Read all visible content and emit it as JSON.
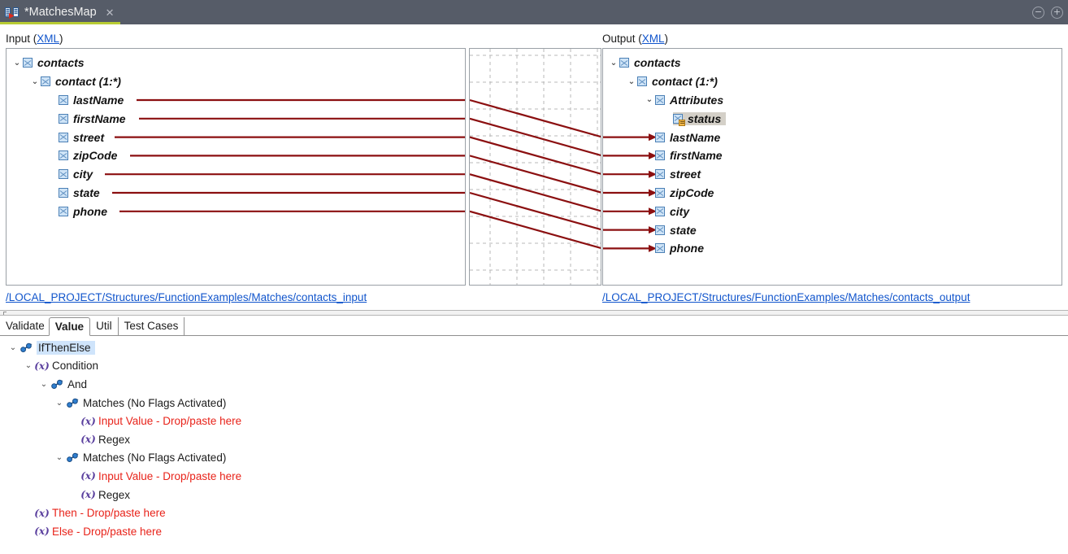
{
  "titlebar": {
    "tab_title": "*MatchesMap",
    "tab_icon": "map-transform-icon",
    "close_icon": "close-icon",
    "minimize_label": "−",
    "maximize_label": "+",
    "accent_color": "#b8cc33",
    "bg_color": "#565c68"
  },
  "input_panel": {
    "label_prefix": "Input (",
    "label_link": "XML",
    "label_suffix": ")",
    "path": "/LOCAL_PROJECT/Structures/FunctionExamples/Matches/contacts_input",
    "nodes": [
      {
        "label": "contacts",
        "depth": 0,
        "twisty": "⌄",
        "icon": "element-checkbox-icon",
        "linked": false
      },
      {
        "label": "contact (1:*)",
        "depth": 1,
        "twisty": "⌄",
        "icon": "element-checkbox-icon",
        "linked": false
      },
      {
        "label": "lastName",
        "depth": 2,
        "twisty": "",
        "icon": "element-checkbox-icon",
        "linked": true
      },
      {
        "label": "firstName",
        "depth": 2,
        "twisty": "",
        "icon": "element-checkbox-icon",
        "linked": true
      },
      {
        "label": "street",
        "depth": 2,
        "twisty": "",
        "icon": "element-checkbox-icon",
        "linked": true
      },
      {
        "label": "zipCode",
        "depth": 2,
        "twisty": "",
        "icon": "element-checkbox-icon",
        "linked": true
      },
      {
        "label": "city",
        "depth": 2,
        "twisty": "",
        "icon": "element-checkbox-icon",
        "linked": true
      },
      {
        "label": "state",
        "depth": 2,
        "twisty": "",
        "icon": "element-checkbox-icon",
        "linked": true
      },
      {
        "label": "phone",
        "depth": 2,
        "twisty": "",
        "icon": "element-checkbox-icon",
        "linked": true
      }
    ]
  },
  "output_panel": {
    "label_prefix": "Output (",
    "label_link": "XML",
    "label_suffix": ")",
    "path": "/LOCAL_PROJECT/Structures/FunctionExamples/Matches/contacts_output",
    "nodes": [
      {
        "label": "contacts",
        "depth": 0,
        "twisty": "⌄",
        "icon": "element-checkbox-icon",
        "linked": false,
        "selected": false
      },
      {
        "label": "contact (1:*)",
        "depth": 1,
        "twisty": "⌄",
        "icon": "element-checkbox-icon",
        "linked": false,
        "selected": false
      },
      {
        "label": "Attributes",
        "depth": 2,
        "twisty": "⌄",
        "icon": "element-checkbox-icon",
        "linked": false,
        "selected": false
      },
      {
        "label": "status",
        "depth": 3,
        "twisty": "",
        "icon": "attribute-checkbox-icon",
        "linked": false,
        "selected": true
      },
      {
        "label": "lastName",
        "depth": 2,
        "twisty": "",
        "icon": "element-checkbox-icon",
        "linked": true,
        "selected": false
      },
      {
        "label": "firstName",
        "depth": 2,
        "twisty": "",
        "icon": "element-checkbox-icon",
        "linked": true,
        "selected": false
      },
      {
        "label": "street",
        "depth": 2,
        "twisty": "",
        "icon": "element-checkbox-icon",
        "linked": true,
        "selected": false
      },
      {
        "label": "zipCode",
        "depth": 2,
        "twisty": "",
        "icon": "element-checkbox-icon",
        "linked": true,
        "selected": false
      },
      {
        "label": "city",
        "depth": 2,
        "twisty": "",
        "icon": "element-checkbox-icon",
        "linked": true,
        "selected": false
      },
      {
        "label": "state",
        "depth": 2,
        "twisty": "",
        "icon": "element-checkbox-icon",
        "linked": true,
        "selected": false
      },
      {
        "label": "phone",
        "depth": 2,
        "twisty": "",
        "icon": "element-checkbox-icon",
        "linked": true,
        "selected": false
      }
    ]
  },
  "mapping": {
    "line_color": "#8b0f10",
    "grid_color": "#b9b9b9",
    "connections": [
      {
        "from": "lastName",
        "to": "lastName"
      },
      {
        "from": "firstName",
        "to": "firstName"
      },
      {
        "from": "street",
        "to": "street"
      },
      {
        "from": "zipCode",
        "to": "zipCode"
      },
      {
        "from": "city",
        "to": "city"
      },
      {
        "from": "state",
        "to": "state"
      },
      {
        "from": "phone",
        "to": "phone"
      }
    ]
  },
  "bottom": {
    "tabs": [
      {
        "label": "Validate",
        "active": false
      },
      {
        "label": "Value",
        "active": true
      },
      {
        "label": "Util",
        "active": false
      },
      {
        "label": "Test Cases",
        "active": false
      }
    ],
    "tree": [
      {
        "label": "IfThenElse",
        "depth": 0,
        "twisty": "⌄",
        "icon": "function-link-icon",
        "red": false,
        "selected": true
      },
      {
        "label": "Condition",
        "depth": 1,
        "twisty": "⌄",
        "icon": "fx-value-icon",
        "red": false,
        "selected": false
      },
      {
        "label": "And",
        "depth": 2,
        "twisty": "⌄",
        "icon": "function-link-icon",
        "red": false,
        "selected": false
      },
      {
        "label": "Matches (No Flags Activated)",
        "depth": 3,
        "twisty": "⌄",
        "icon": "function-link-icon",
        "red": false,
        "selected": false
      },
      {
        "label": "Input Value - Drop/paste here",
        "depth": 4,
        "twisty": "",
        "icon": "fx-value-icon",
        "red": true,
        "selected": false
      },
      {
        "label": "Regex",
        "depth": 4,
        "twisty": "",
        "icon": "fx-value-icon",
        "red": false,
        "selected": false
      },
      {
        "label": "Matches (No Flags Activated)",
        "depth": 3,
        "twisty": "⌄",
        "icon": "function-link-icon",
        "red": false,
        "selected": false
      },
      {
        "label": "Input Value - Drop/paste here",
        "depth": 4,
        "twisty": "",
        "icon": "fx-value-icon",
        "red": true,
        "selected": false
      },
      {
        "label": "Regex",
        "depth": 4,
        "twisty": "",
        "icon": "fx-value-icon",
        "red": false,
        "selected": false
      },
      {
        "label": "Then - Drop/paste here",
        "depth": 1,
        "twisty": "",
        "icon": "fx-value-icon",
        "red": true,
        "selected": false
      },
      {
        "label": "Else - Drop/paste here",
        "depth": 1,
        "twisty": "",
        "icon": "fx-value-icon",
        "red": true,
        "selected": false
      }
    ]
  }
}
